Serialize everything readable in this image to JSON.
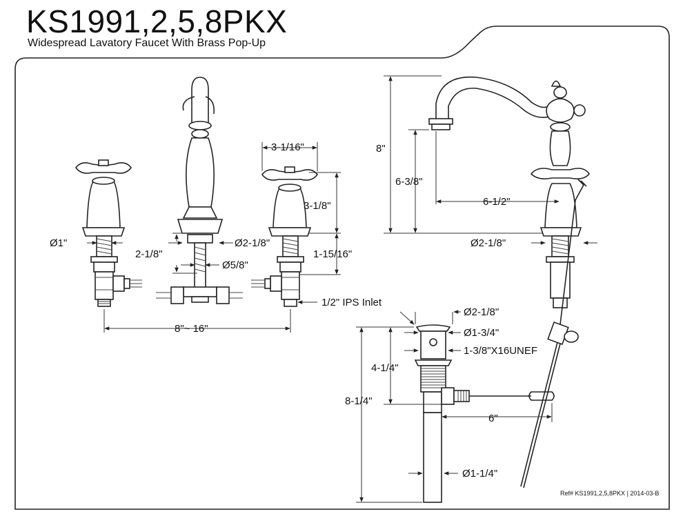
{
  "header": {
    "model": "KS1991,2,5,8PKX",
    "description": "Widespread Lavatory Faucet With Brass Pop-Up"
  },
  "dimensions": {
    "handle_shank_dia": "Ø1\"",
    "spout_base_height": "2-1/8\"",
    "spout_base_dia": "Ø2-1/8\"",
    "spout_shank_dia": "Ø5/8\"",
    "handle_width": "3-1/16\"",
    "handle_height": "3-1/8\"",
    "handle_shank_length": "1-15/16\"",
    "inlet": "1/2\" IPS Inlet",
    "spread": "8\"~ 16\"",
    "overall_height": "8\"",
    "spout_outlet_height": "6-3/8\"",
    "spout_reach": "6-1/2\"",
    "side_base_dia": "Ø2-1/8\"",
    "drain_flange_dia": "Ø2-1/8\"",
    "drain_body_dia": "Ø1-3/4\"",
    "drain_thread": "1-3/8\"X16UNEF",
    "drain_upper_height": "4-1/4\"",
    "drain_total_height": "8-1/4\"",
    "pivot_rod_length": "6\"",
    "tailpiece_dia": "Ø1-1/4\""
  },
  "footer": {
    "ref": "Ref# KS1991,2,5,8PKX | 2014-03-B"
  }
}
